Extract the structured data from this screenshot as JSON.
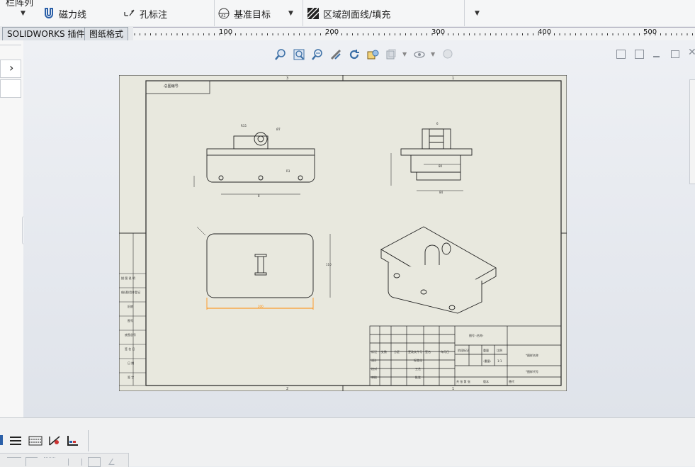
{
  "toolbar": {
    "partial_top_label": "栏阵列",
    "magnetic_line": "磁力线",
    "hole_callout": "孔标注",
    "datum_target": "基准目标",
    "area_hatch": "区域剖面线/填充"
  },
  "tabs": [
    "SOLIDWORKS 插件",
    "图纸格式"
  ],
  "ruler_labels": [
    "100",
    "200",
    "300",
    "400",
    "500"
  ],
  "icons": [
    "magnet-icon",
    "hole-callout-icon",
    "datum-target-icon",
    "area-hatch-icon",
    "zoom-to-fit-icon",
    "zoom-area-icon",
    "previous-view-icon",
    "rotate-icon",
    "section-view-icon",
    "view-orientation-icon",
    "display-style-icon",
    "hide-show-icon",
    "appearance-icon",
    "chevron-right-icon",
    "layer-icon",
    "line-format-icon",
    "hatch-icon",
    "color-icon"
  ],
  "colors": {
    "accent_orange": "#ff8a00",
    "sheet_bg": "#e8e8de"
  }
}
